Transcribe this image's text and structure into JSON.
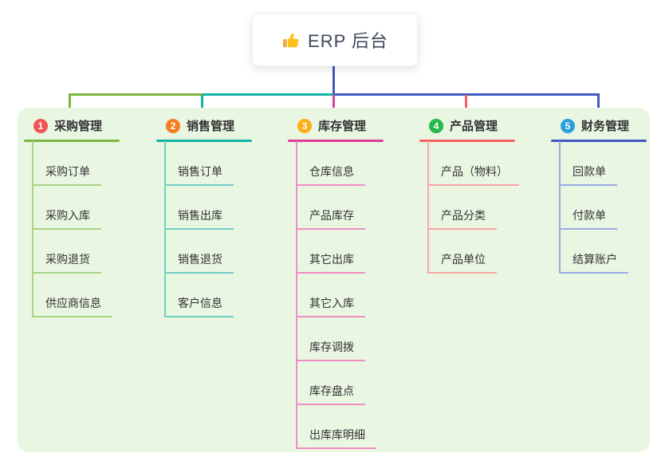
{
  "root": {
    "icon": "thumbs-up",
    "label": "ERP 后台"
  },
  "branches": [
    {
      "num": "1",
      "label": "采购管理",
      "badge": "#ef5552",
      "line": "#7db53d",
      "child_line": "#a9d584",
      "children": [
        "采购订单",
        "采购入库",
        "采购退货",
        "供应商信息"
      ]
    },
    {
      "num": "2",
      "label": "销售管理",
      "badge": "#f47e20",
      "line": "#10b5a5",
      "child_line": "#72cfc4",
      "children": [
        "销售订单",
        "销售出库",
        "销售退货",
        "客户信息"
      ]
    },
    {
      "num": "3",
      "label": "库存管理",
      "badge": "#fbae17",
      "line": "#e03a9b",
      "child_line": "#ef8ec6",
      "children": [
        "仓库信息",
        "产品库存",
        "其它出库",
        "其它入库",
        "库存调拨",
        "库存盘点",
        "出库库明细"
      ]
    },
    {
      "num": "4",
      "label": "产品管理",
      "badge": "#24b94a",
      "line": "#f75f62",
      "child_line": "#f9a5a7",
      "children": [
        "产品（物料）",
        "产品分类",
        "产品单位"
      ]
    },
    {
      "num": "5",
      "label": "财务管理",
      "badge": "#2b9fd8",
      "line": "#4058c0",
      "child_line": "#98abe3",
      "children": [
        "回款单",
        "付款单",
        "结算账户"
      ]
    }
  ]
}
